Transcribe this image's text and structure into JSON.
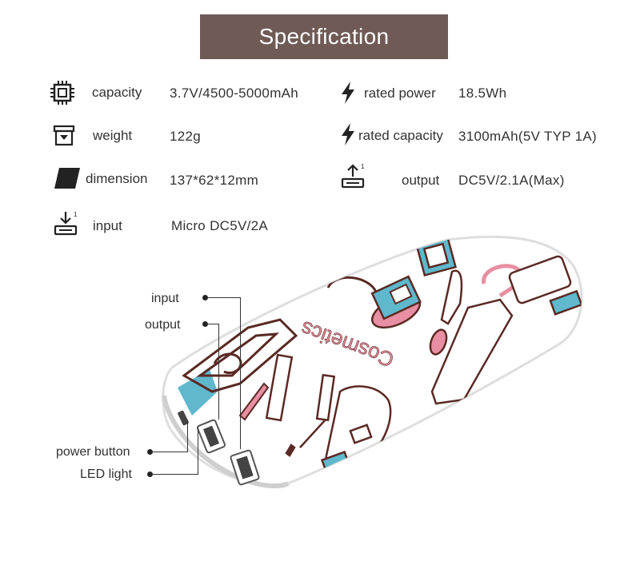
{
  "title": "Specification",
  "specs": {
    "capacity": {
      "label": "capacity",
      "value": "3.7V/4500-5000mAh",
      "icon": "chip-icon"
    },
    "rated_power": {
      "label": "rated power",
      "value": "18.5Wh",
      "icon": "lightning-icon"
    },
    "weight": {
      "label": "weight",
      "value": "122g",
      "icon": "box-icon"
    },
    "rated_capacity": {
      "label": "rated capacity",
      "value": "3100mAh(5V TYP 1A)",
      "icon": "lightning-icon"
    },
    "dimension": {
      "label": "dimension",
      "value": "137*62*12mm",
      "icon": "slab-icon"
    },
    "output": {
      "label": "output",
      "value": "DC5V/2.1A(Max)",
      "icon": "upload-tray-icon"
    },
    "input": {
      "label": "input",
      "value": "Micro DC5V/2A",
      "icon": "download-tray-icon"
    }
  },
  "callouts": {
    "input": "input",
    "output": "output",
    "power_button": "power button",
    "led_light": "LED light"
  },
  "product": {
    "print_text": "Cosmetics",
    "colors": {
      "pink": "#e88fa3",
      "teal": "#5fb8cc",
      "outline": "#5a2a24"
    }
  },
  "colors": {
    "title_bg": "#705a55",
    "title_text": "#ffffff",
    "text": "#333333"
  }
}
